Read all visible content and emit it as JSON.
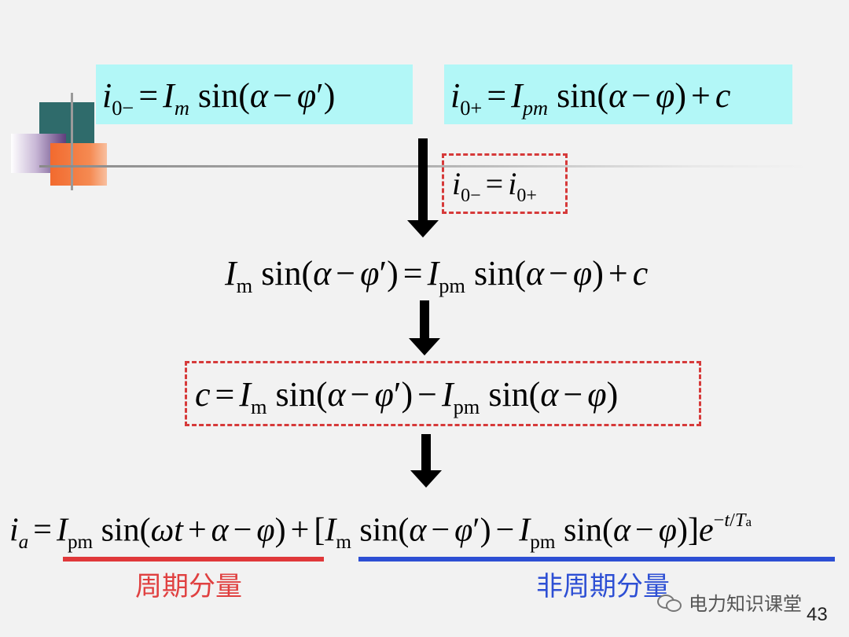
{
  "slide": {
    "equation_left": "i₀₋ = Iₘ sin(α − φ′)",
    "equation_right": "i₀₊ = I_pm sin(α − φ) + c",
    "condition": "i₀₋ = i₀₊",
    "equation_step": "I_m sin(α − φ′) = I_pm sin(α − φ) + c",
    "equation_c": "c = I_m sin(α − φ′) − I_pm sin(α − φ)",
    "equation_final": "i_a = I_pm sin(ωt + α − φ) + [I_m sin(α − φ′) − I_pm sin(α − φ)]e^(−t/T_a)",
    "label_periodic": "周期分量",
    "label_aperiodic": "非周期分量",
    "page_number": "43"
  },
  "watermark": {
    "text": "电力知识课堂"
  },
  "colors": {
    "cyan_box": "#b2f7f7",
    "dashed_red": "#d63a3a",
    "underline_red": "#e0383a",
    "underline_blue": "#2d4fd4"
  }
}
